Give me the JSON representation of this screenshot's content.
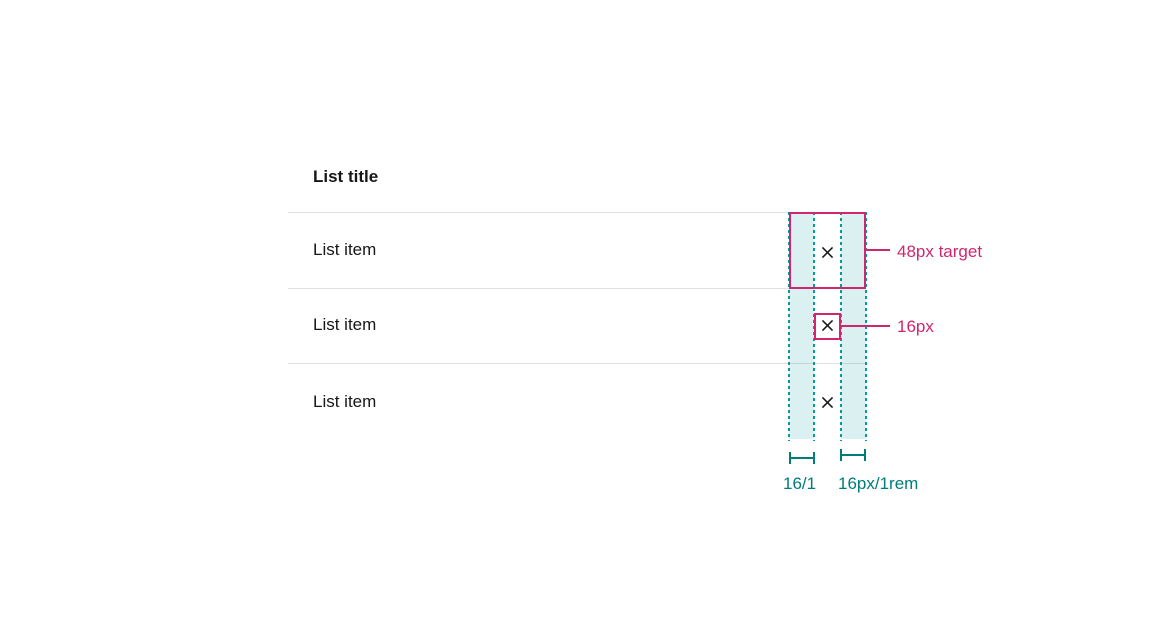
{
  "list": {
    "title": "List title",
    "items": [
      {
        "label": "List item"
      },
      {
        "label": "List item"
      },
      {
        "label": "List item"
      }
    ]
  },
  "annotations": {
    "target_48_label": "48px target",
    "target_16_label": "16px",
    "measure_left_label": "16/1",
    "measure_right_label": "16px/1rem"
  },
  "icons": {
    "close": "close-icon"
  },
  "colors": {
    "text": "#161616",
    "divider": "#e0e0e0",
    "pink": "#d02670",
    "teal_dash": "#009d9a",
    "teal_text": "#007d79",
    "cyan_fill": "rgba(0,157,154,0.14)"
  }
}
